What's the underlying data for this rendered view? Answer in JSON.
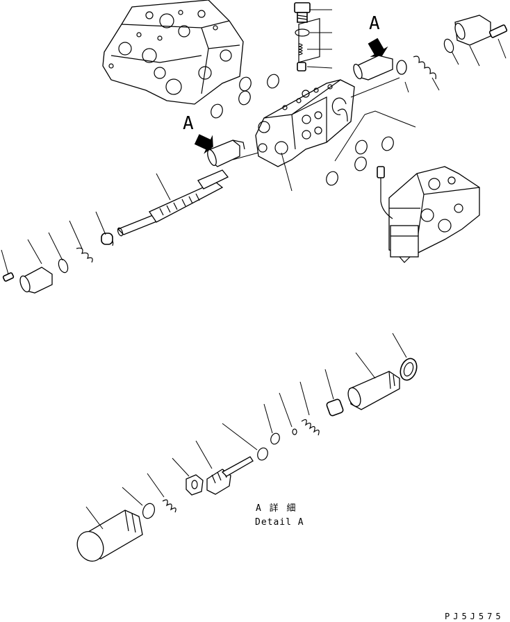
{
  "labels": {
    "view_marker_top": "A",
    "view_marker_left": "A",
    "detail_caption_jp": "A 詳 細",
    "detail_caption_en": "Detail A",
    "drawing_code": "PJ5J575"
  }
}
